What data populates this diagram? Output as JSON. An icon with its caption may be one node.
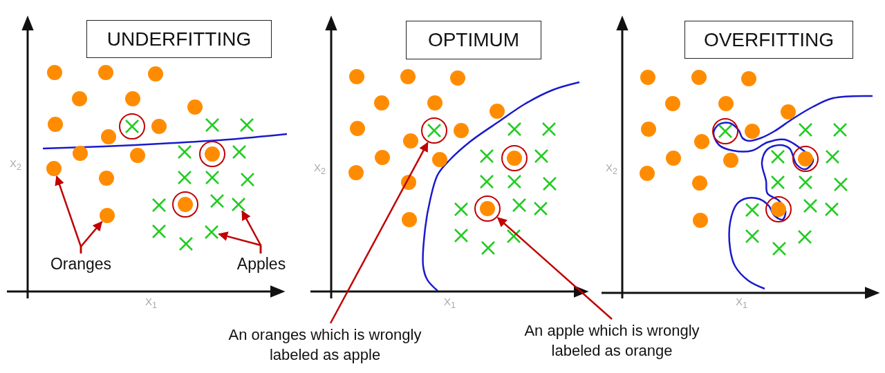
{
  "diagram": {
    "nodes": [
      {
        "text": [
          "UNDERFITTING"
        ]
      },
      {
        "text": [
          "OPTIMUM"
        ]
      },
      {
        "text": [
          "OVERFITTING"
        ]
      },
      {
        "text": [
          "Oranges"
        ]
      },
      {
        "text": [
          "Apples"
        ]
      },
      {
        "text": [],
        "shape": "circle"
      },
      {
        "text": [],
        "shape": "circle"
      },
      {
        "text": [],
        "shape": "cross"
      },
      {
        "text": [],
        "shape": "cross"
      },
      {
        "text": [
          "An oranges which is wrongly labeled as apple"
        ]
      },
      {
        "text": [
          "An apple which is wrongly labeled as orange"
        ]
      },
      {
        "text": [],
        "shape": "circle"
      },
      {
        "text": [],
        "shape": "circle"
      }
    ],
    "edges": [
      {
        "from": 3,
        "to": 5,
        "arrow": "to"
      },
      {
        "from": 3,
        "to": 6,
        "arrow": "to"
      },
      {
        "from": 4,
        "to": 7,
        "arrow": "to"
      },
      {
        "from": 4,
        "to": 8,
        "arrow": "to"
      },
      {
        "from": 9,
        "to": 11,
        "arrow": "to"
      },
      {
        "from": 10,
        "to": 12,
        "arrow": "to"
      }
    ],
    "labels": [
      "X$_{2}$",
      "X$_{1}$",
      "X$_{2}$",
      "X$_{1}$",
      "X$_{2}$",
      "X$_{1}$"
    ]
  }
}
